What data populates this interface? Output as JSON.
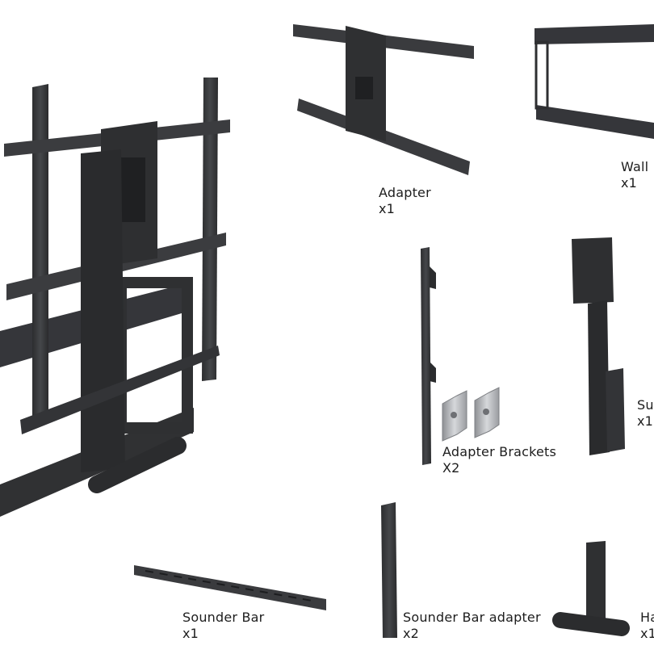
{
  "labels": {
    "adapter": {
      "name": "Adapter",
      "qty": "x1"
    },
    "wall": {
      "name": "Wall",
      "qty": "x1"
    },
    "adapter_brackets": {
      "name": "Adapter Brackets",
      "qty": "X2"
    },
    "support": {
      "name": "Su",
      "qty": "x1"
    },
    "sounder_bar": {
      "name": "Sounder Bar",
      "qty": "x1"
    },
    "sounder_bar_adapter": {
      "name": "Sounder Bar adapter",
      "qty": "x2"
    },
    "handle": {
      "name": "Ha",
      "qty": "x1"
    }
  },
  "colors": {
    "metal": "#3a3b3d",
    "metal_dark": "#242527",
    "metal_light": "#55575a",
    "bracket_silver": "#b9bbbe",
    "background": "#ffffff"
  }
}
